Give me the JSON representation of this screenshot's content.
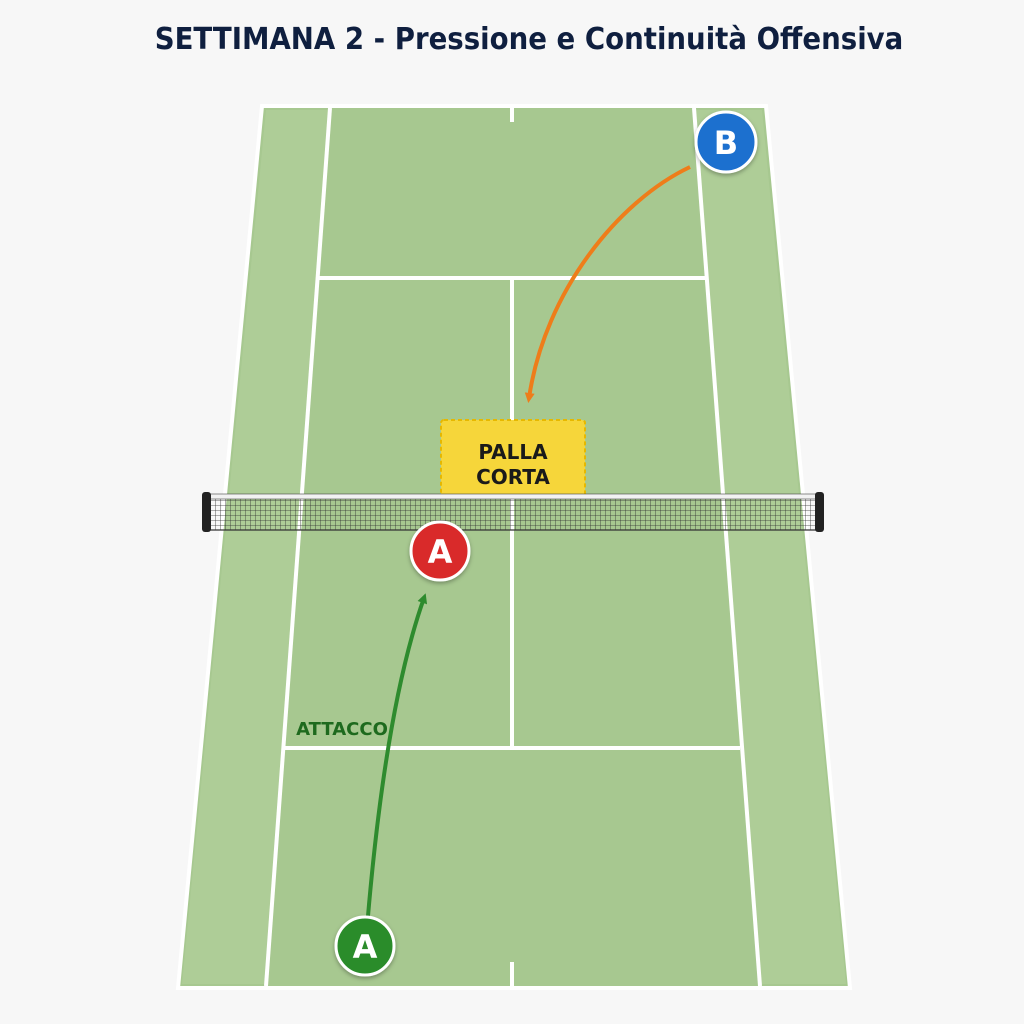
{
  "title": "SETTIMANA 2 - Pressione e Continuità Offensiva",
  "colors": {
    "background": "#f7f7f7",
    "court": "#a7c890",
    "court_outer": "#bcd6a8",
    "lines": "#ffffff",
    "zone_fill": "#f6d63a",
    "zone_border": "#e6b800",
    "arrow_orange": "#ee7d1a",
    "arrow_green": "#2e8b2e",
    "player_a": "#d92b2b",
    "player_a_start": "#2a8c2a",
    "player_b": "#1f6fcf",
    "text_green": "#1e6a1e"
  },
  "players": {
    "b_top": {
      "label": "B"
    },
    "a_net": {
      "label": "A"
    },
    "a_start": {
      "label": "A"
    }
  },
  "zone": {
    "line1": "PALLA",
    "line2": "CORTA"
  },
  "labels": {
    "attacco": "ATTACCO"
  },
  "icons": {
    "net": "tennis-net-icon",
    "arrow": "arrow-icon"
  }
}
